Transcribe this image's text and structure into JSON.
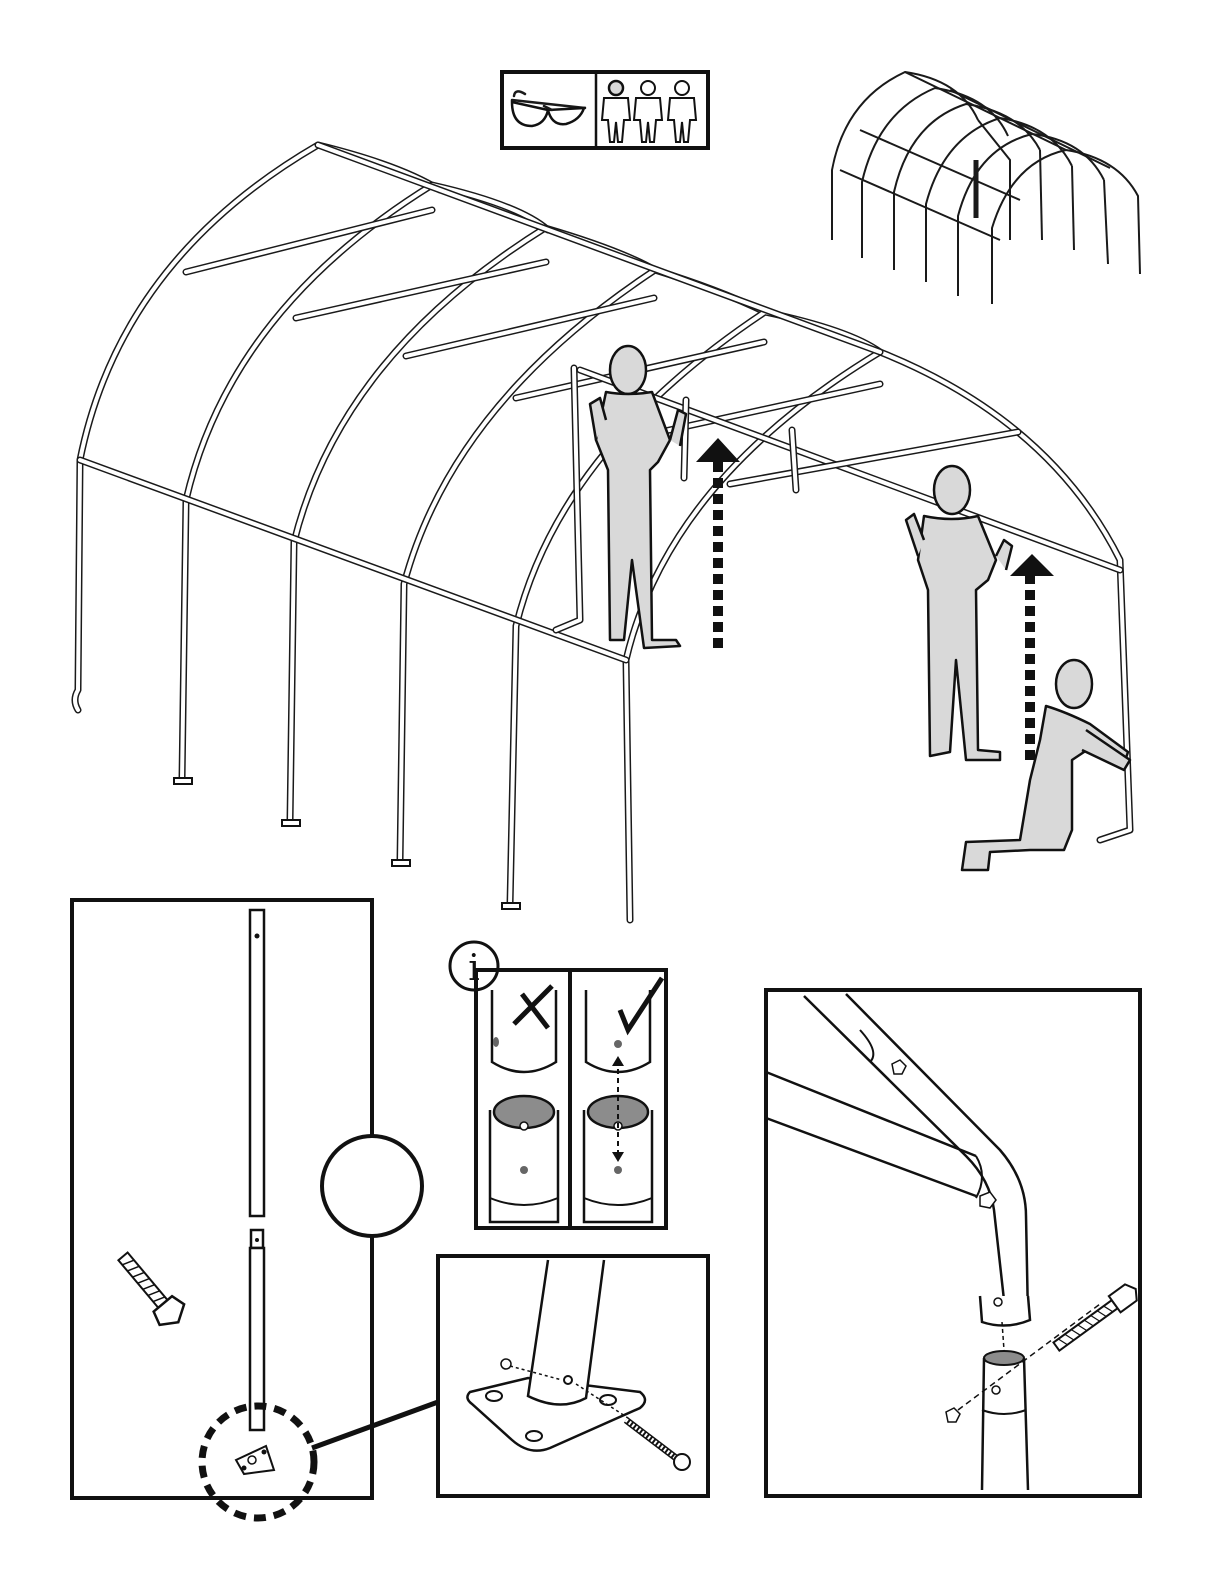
{
  "diagram": {
    "title": "",
    "colors": {
      "line": "#1a1a1a",
      "person_fill": "#d9d9d9",
      "background": "#ffffff",
      "socket_fill": "#8c8c8c"
    },
    "icons": {
      "safety_panel": [
        "safety-glasses-icon",
        "three-people-icon"
      ],
      "overview": "assembled-frame-thumbnail",
      "info": "info-icon",
      "wrong": "cross-mark-icon",
      "right": "check-mark-icon"
    },
    "panels": {
      "info_glyph": "i",
      "parts_callout_label": "",
      "steps": [
        {
          "name": "lift-frame",
          "people": 3,
          "arrows": 2
        },
        {
          "name": "align-holes",
          "correct": true
        },
        {
          "name": "attach-base-plate"
        },
        {
          "name": "bolt-leg-to-corner"
        }
      ]
    }
  }
}
